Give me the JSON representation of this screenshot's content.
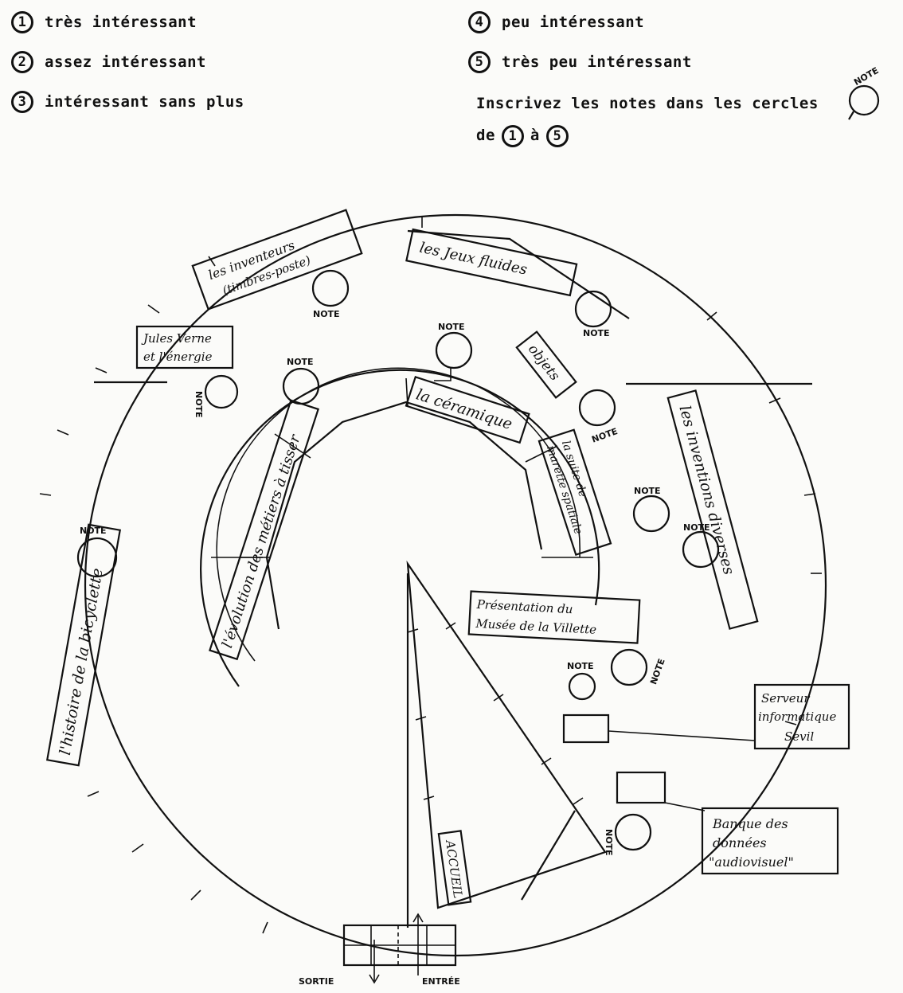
{
  "legend": [
    {
      "number": "1",
      "label": "très intéressant"
    },
    {
      "number": "2",
      "label": "assez intéressant"
    },
    {
      "number": "3",
      "label": "intéressant sans plus"
    },
    {
      "number": "4",
      "label": "peu intéressant"
    },
    {
      "number": "5",
      "label": "très peu intéressant"
    }
  ],
  "instruction": {
    "line1": "Inscrivez les notes dans les cercles",
    "line2_prefix": "de",
    "from": "1",
    "middle": "à",
    "to": "5",
    "icon_label": "NOTE"
  },
  "note_label": "NOTE",
  "exhibits": {
    "inventeurs_line1": "les inventeurs",
    "inventeurs_line2": "(timbres-poste)",
    "jeux_fluides": "les Jeux fluides",
    "jules_verne_line1": "Jules Verne",
    "jules_verne_line2": "et l'énergie",
    "objets": "objets",
    "ceramique": "la céramique",
    "inventions_diverses": "les inventions diverses",
    "metiers_a_tisser": "l'évolution des métiers à tisser",
    "suite_line1": "la suite de",
    "suite_line2": "marette spatiale",
    "bicyclette": "l'histoire de la bicyclette",
    "presentation_line1": "Présentation du",
    "presentation_line2": "Musée de la Villette",
    "serveur_line1": "Serveur",
    "serveur_line2": "informatique",
    "serveur_line3": "Sevil",
    "banque_line1": "Banque des",
    "banque_line2": "données",
    "banque_line3": "\"audiovisuel\"",
    "accueil": "ACCUEIL",
    "sortie": "SORTIE",
    "entree": "ENTRÉE"
  }
}
